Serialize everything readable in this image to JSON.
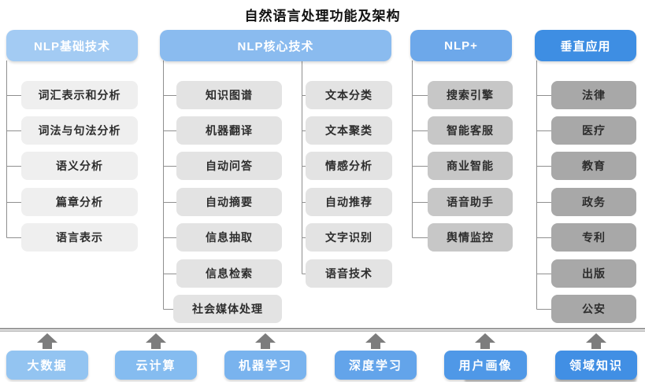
{
  "title": "自然语言处理功能及架构",
  "diagram": {
    "columns": [
      {
        "header": "NLP基础技术",
        "items": [
          "词汇表示和分析",
          "词法与句法分析",
          "语义分析",
          "篇章分析",
          "语言表示"
        ]
      },
      {
        "header": "NLP核心技术",
        "items_left": [
          "知识图谱",
          "机器翻译",
          "自动问答",
          "自动摘要",
          "信息抽取",
          "信息检索",
          "社会媒体处理"
        ],
        "items_right": [
          "文本分类",
          "文本聚类",
          "情感分析",
          "自动推荐",
          "文字识别",
          "语音技术"
        ]
      },
      {
        "header": "NLP+",
        "items": [
          "搜索引擎",
          "智能客服",
          "商业智能",
          "语音助手",
          "舆情监控"
        ]
      },
      {
        "header": "垂直应用",
        "items": [
          "法律",
          "医疗",
          "教育",
          "政务",
          "专利",
          "出版",
          "公安"
        ]
      }
    ],
    "foundation_items": [
      "大数据",
      "云计算",
      "机器学习",
      "深度学习",
      "用户画像",
      "领域知识"
    ]
  },
  "colors": {
    "header_blues": [
      "#a3cbf3",
      "#8abbef",
      "#6da8ea",
      "#3e8ee3"
    ],
    "node_grays": [
      "#efefef",
      "#e3e3e3",
      "#c7c7c7",
      "#a8a8a8"
    ],
    "foundation_blues": [
      "#93c4f1",
      "#85bcf0",
      "#79b3ee",
      "#63a4ea",
      "#4f98e7",
      "#418fe4"
    ],
    "connector_gray": "#8f8f8f",
    "arrow_gray": "#7d7d7d",
    "node_text": "#2d2d2d",
    "header_text": "#ffffff"
  }
}
